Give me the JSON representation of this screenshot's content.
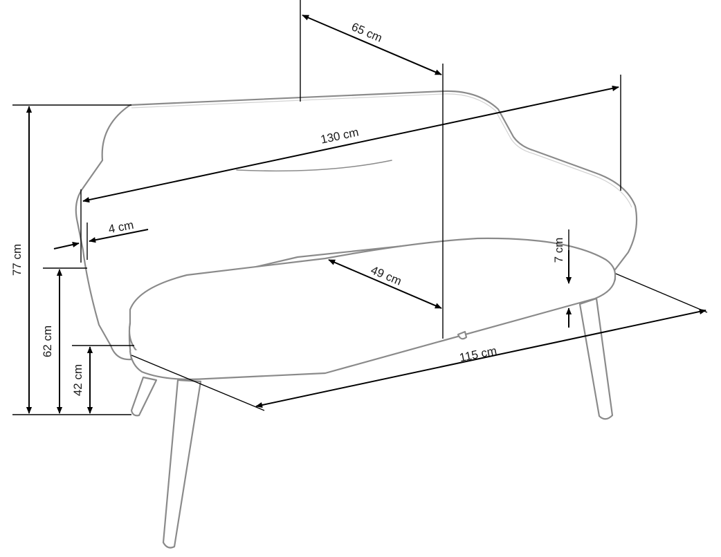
{
  "dimensions": {
    "depth_top": "65 cm",
    "width_overall": "130 cm",
    "armrest_thickness": "4 cm",
    "seat_depth": "49 cm",
    "cushion_thickness": "7 cm",
    "width_base": "115 cm",
    "height_total": "77 cm",
    "height_armrest": "62 cm",
    "height_seat": "42 cm"
  },
  "colors": {
    "outline": "#8a8a8a",
    "dimension_line": "#000000",
    "background": "#ffffff"
  }
}
